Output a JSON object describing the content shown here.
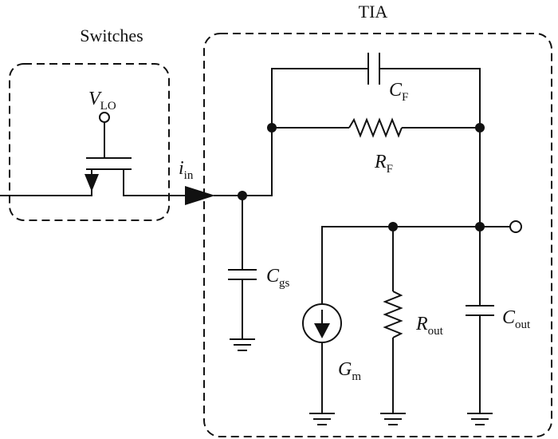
{
  "colors": {
    "ink": "#111111",
    "background": "#ffffff"
  },
  "blocks": {
    "switches": {
      "label": "Switches"
    },
    "tia": {
      "label": "TIA"
    }
  },
  "labels": {
    "vlo": {
      "main": "V",
      "sub": "LO"
    },
    "iin": {
      "main": "i",
      "sub": "in"
    },
    "cf": {
      "main": "C",
      "sub": "F"
    },
    "rf": {
      "main": "R",
      "sub": "F"
    },
    "cgs": {
      "main": "C",
      "sub": "gs"
    },
    "gm": {
      "main": "G",
      "sub": "m"
    },
    "rout": {
      "main": "R",
      "sub": "out"
    },
    "cout": {
      "main": "C",
      "sub": "out"
    }
  }
}
